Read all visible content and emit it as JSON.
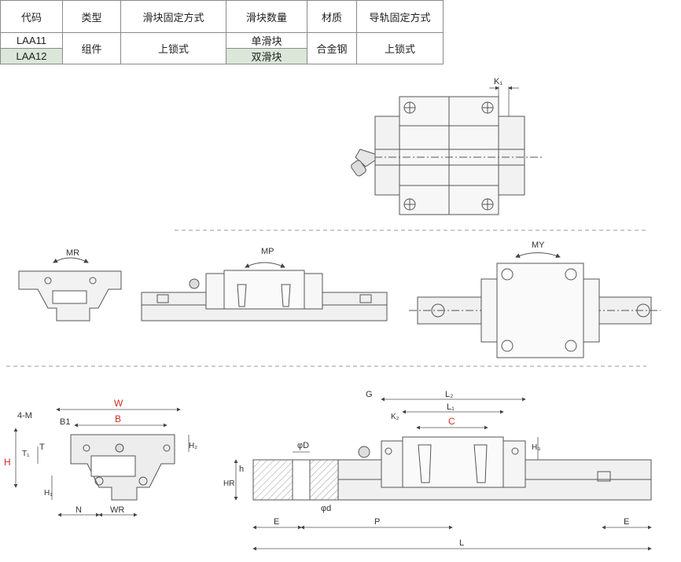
{
  "spec_table": {
    "headers": [
      "代码",
      "类型",
      "滑块固定方式",
      "滑块数量",
      "材质",
      "导轨固定方式"
    ],
    "codes": [
      "LAA11",
      "LAA12"
    ],
    "type": "组件",
    "slider_fix": "上锁式",
    "slider_counts": [
      "单滑块",
      "双滑块"
    ],
    "material": "合金钢",
    "rail_fix": "上锁式"
  },
  "labels": {
    "K1": "K₁",
    "MR": "MR",
    "MP": "MP",
    "MY": "MY",
    "W": "W",
    "B": "B",
    "M4": "4-M",
    "B1": "B1",
    "T1": "T₁",
    "T": "T",
    "H": "H",
    "H1": "H₁",
    "H2": "H₂",
    "N": "N",
    "WR": "WR",
    "G": "G",
    "L2": "L₂",
    "L1": "L₁",
    "K2": "K₂",
    "C": "C",
    "H3": "H₃",
    "phiD": "φD",
    "phid": "φd",
    "h": "h",
    "HR": "HR",
    "E": "E",
    "P": "P",
    "L": "L"
  }
}
